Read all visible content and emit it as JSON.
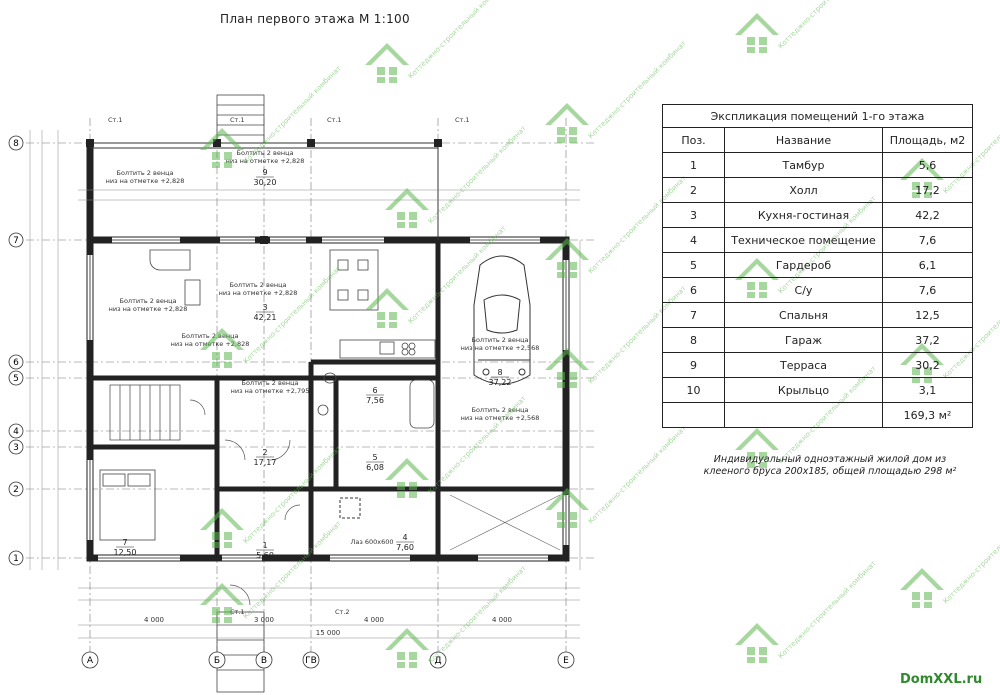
{
  "plan_title": "План первого этажа М 1:100",
  "explication": {
    "title": "Экспликация помещений 1-го этажа",
    "headers": [
      "Поз.",
      "Название",
      "Площадь, м2"
    ],
    "rows": [
      [
        "1",
        "Тамбур",
        "5,6"
      ],
      [
        "2",
        "Холл",
        "17,2"
      ],
      [
        "3",
        "Кухня-гостиная",
        "42,2"
      ],
      [
        "4",
        "Техническое помещение",
        "7,6"
      ],
      [
        "5",
        "Гардероб",
        "6,1"
      ],
      [
        "6",
        "С/у",
        "7,6"
      ],
      [
        "7",
        "Спальня",
        "12,5"
      ],
      [
        "8",
        "Гараж",
        "37,2"
      ],
      [
        "9",
        "Терраса",
        "30,2"
      ],
      [
        "10",
        "Крыльцо",
        "3,1"
      ]
    ],
    "total": "169,3 м²"
  },
  "house_note": "Индивидуальный одноэтажный жилой дом из клееного бруса 200х185, общей площадью 298 м²",
  "watermark_text": "Коттеджно-строительный комбинат",
  "brand": "DomXXL.ru",
  "axes_horizontal": [
    "А",
    "Б",
    "В",
    "ГВ",
    "Д",
    "Е"
  ],
  "axes_vertical": [
    "8",
    "7",
    "6",
    "5",
    "4",
    "3",
    "2",
    "1"
  ],
  "rooms": [
    {
      "num": "9",
      "area": "30,20"
    },
    {
      "num": "3",
      "area": "42,21"
    },
    {
      "num": "6",
      "area": "7,56"
    },
    {
      "num": "8",
      "area": "37,22"
    },
    {
      "num": "2",
      "area": "17,17"
    },
    {
      "num": "5",
      "area": "6,08"
    },
    {
      "num": "7",
      "area": "12,50"
    },
    {
      "num": "1",
      "area": "5,60"
    },
    {
      "num": "4",
      "area": "7,60"
    }
  ],
  "annotations": {
    "bolt_1": "Болтить 2 венца",
    "bolt_2": "низ на отметке +2,828",
    "bolt_3": "низ на отметке +2,795",
    "bolt_4": "низ на отметке +2,568",
    "hatch": "Лаз 600х600",
    "st1": "Ст.1",
    "st2": "Ст.2"
  },
  "overall_dims": {
    "width": "15 000",
    "d1": "4 000",
    "d2": "3 000",
    "d3": "4 000",
    "d4": "4 000"
  }
}
